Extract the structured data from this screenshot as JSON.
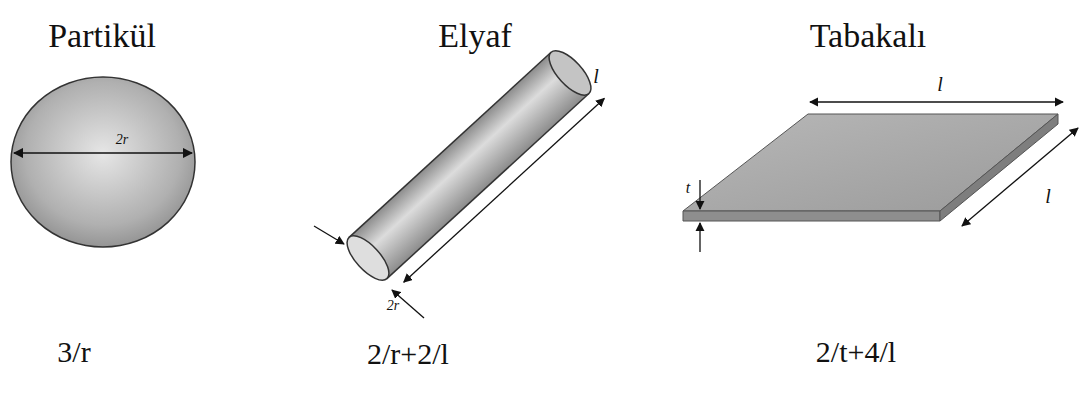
{
  "diagram": {
    "labels": [
      "Partikül",
      "Elyaf",
      "Tabakalı",
      "2r",
      "2r",
      "l",
      "l",
      "l",
      "t",
      "3/r",
      "2/r+2/l",
      "2/t+4/l"
    ]
  }
}
